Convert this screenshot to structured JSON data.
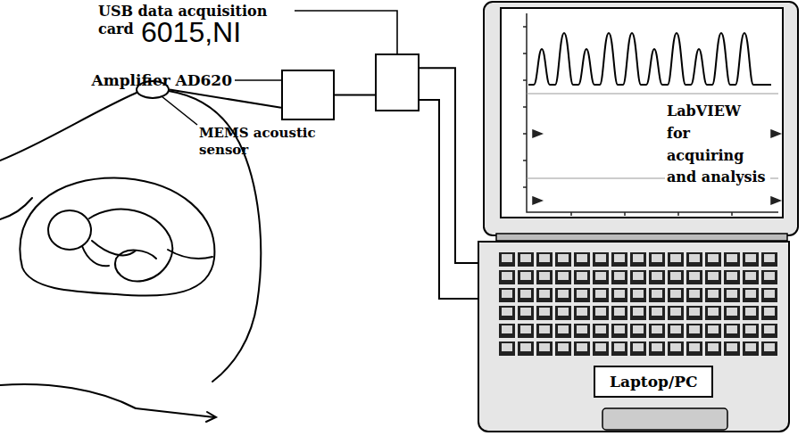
{
  "diagram": {
    "nodes": [
      {
        "text": [
          "MEMS acoustic sensor"
        ]
      },
      {
        "text": [
          "Amplifier AD620"
        ]
      },
      {
        "text": [
          "USB data acquisition card",
          "6015,NI"
        ]
      },
      {
        "text": [
          "LabVIEW for acquiring and analysis"
        ]
      },
      {
        "text": [
          "Laptop/PC"
        ]
      }
    ],
    "edges": [
      {
        "from": 0,
        "to": 1,
        "arrow": "none"
      },
      {
        "from": 1,
        "to": 2,
        "arrow": "none"
      },
      {
        "from": 2,
        "to": 4,
        "arrow": "none"
      },
      {
        "from": 2,
        "to": 4,
        "arrow": "none"
      }
    ]
  }
}
